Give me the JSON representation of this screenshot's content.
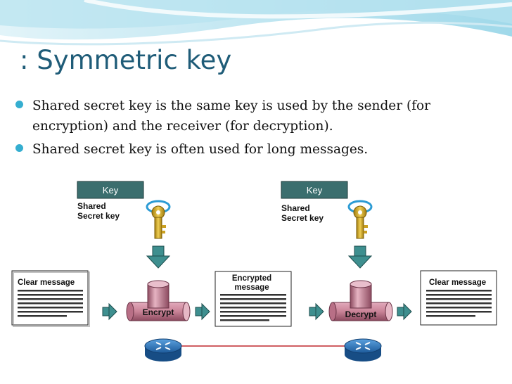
{
  "slide": {
    "title": ": Symmetric key",
    "bullets": [
      "Shared secret key is the same key is used by the sender (for encryption) and the receiver (for decryption).",
      "Shared secret key is often used for long messages."
    ]
  },
  "diagram": {
    "key_box_label": "Key",
    "key_caption_line1": "Shared",
    "key_caption_line2": "Secret key",
    "clear_message_label": "Clear message",
    "encrypted_message_line1": "Encrypted",
    "encrypted_message_line2": "message",
    "encrypt_label": "Encrypt",
    "decrypt_label": "Decrypt"
  },
  "colors": {
    "title": "#1f5c78",
    "bullet": "#35aed0",
    "key_box": "#3b6e6e",
    "arrow": "#3e8f8f",
    "cylinder": "#c8849a",
    "router": "#1f5fa6",
    "link": "#c0282e"
  }
}
